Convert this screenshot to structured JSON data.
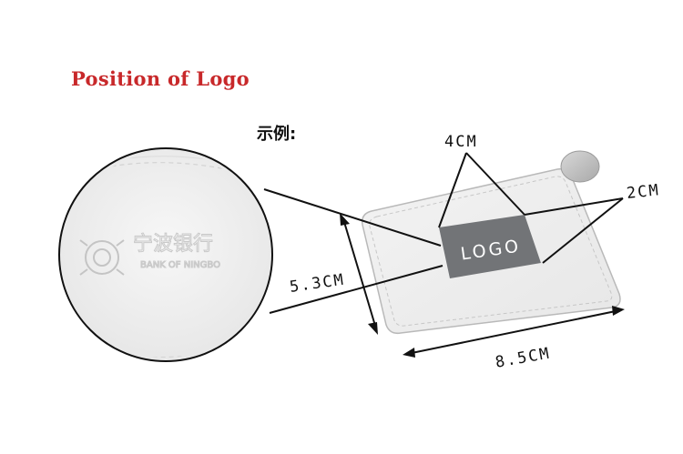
{
  "heading": "Position of Logo",
  "example_label": "示例:",
  "logo_text": "LOGO",
  "dimensions": {
    "logo_width": "4CM",
    "logo_height": "2CM",
    "card_height": "5.3CM",
    "card_width": "8.5CM"
  },
  "embossed_brand": {
    "chinese": "宁波银行",
    "english": "BANK OF NINGBO"
  },
  "colors": {
    "heading": "#c8282a",
    "logo_box": "#727477",
    "card": "#eeeeee"
  }
}
